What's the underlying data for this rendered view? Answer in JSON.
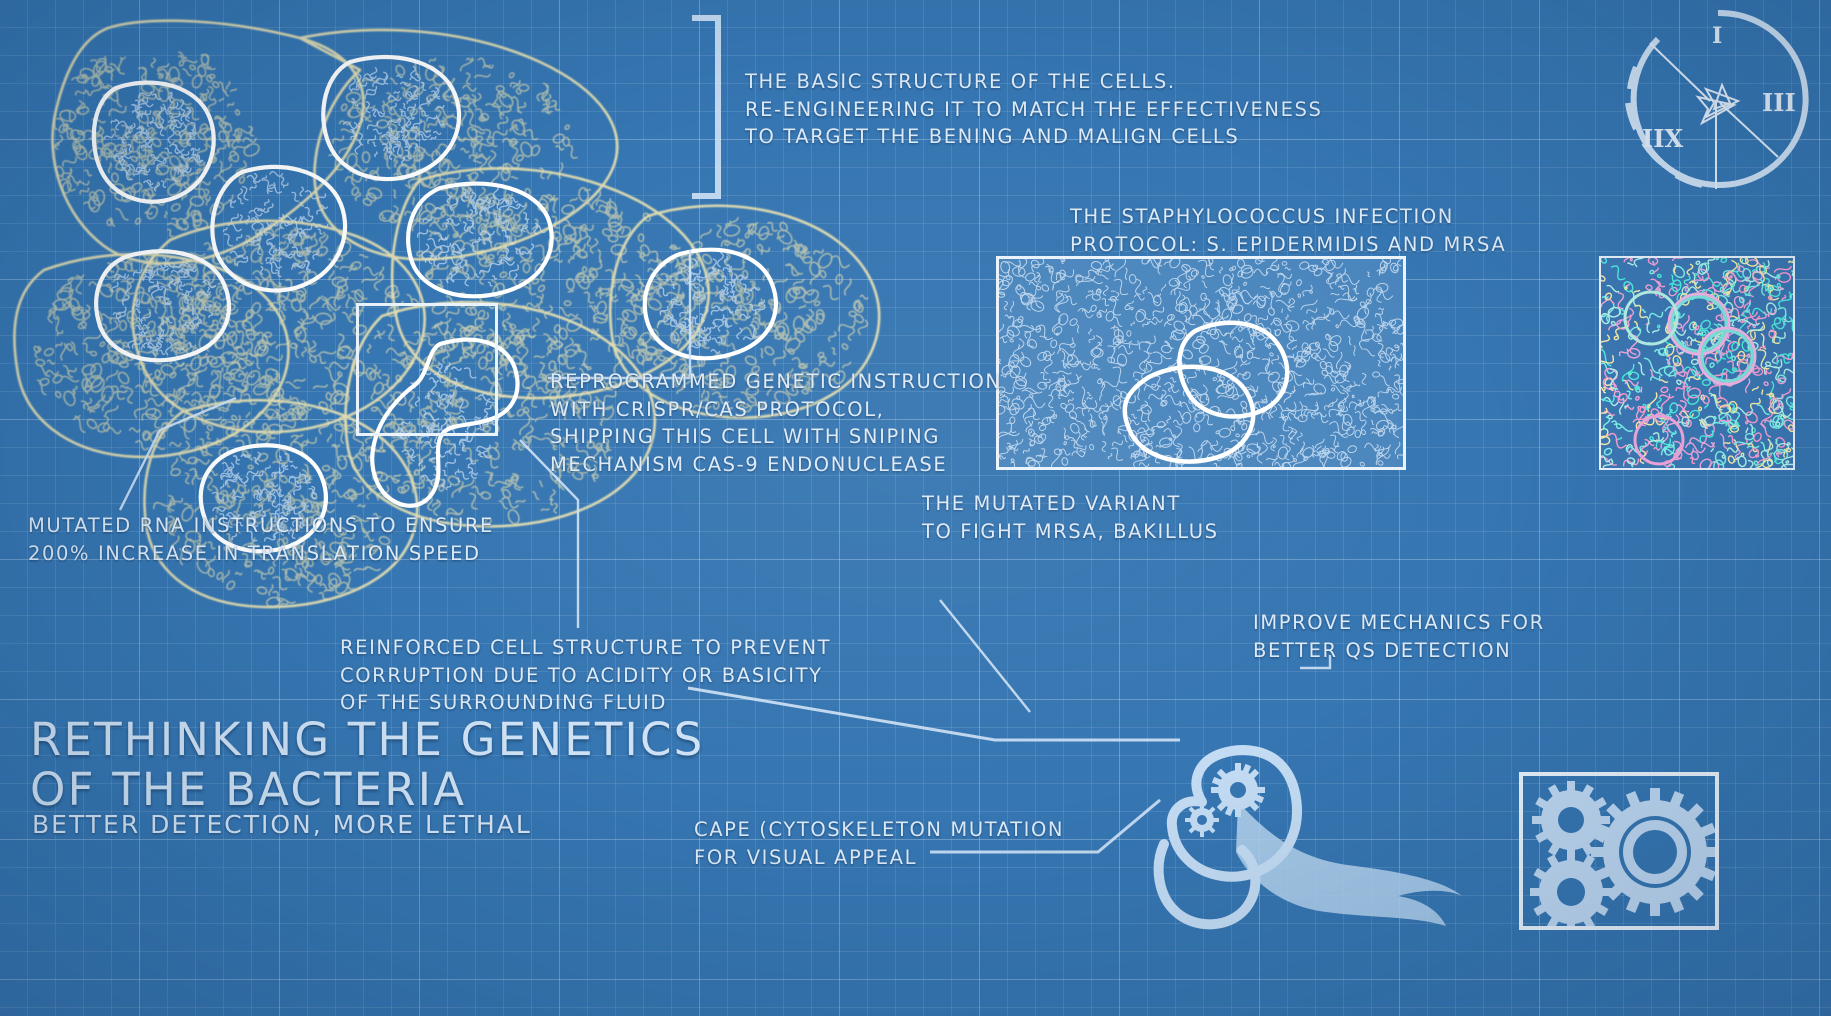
{
  "document": {
    "type": "blueprint-infographic",
    "background_color": "#3676b2",
    "ink_color": "#dceaf8",
    "membrane_color": "#e6dfae"
  },
  "title": {
    "main": "RETHINKING THE GENETICS\nOF THE BACTERIA",
    "subtitle": "BETTER DETECTION, MORE LETHAL"
  },
  "annotations": {
    "basic_structure": "THE BASIC STRUCTURE OF THE CELLS.\nRE-ENGINEERING IT TO MATCH THE EFFECTIVENESS\nTO TARGET THE BENING AND MALIGN CELLS",
    "staph_protocol": "THE STAPHYLOCOCCUS INFECTION\nPROTOCOL: S. EPIDERMIDIS AND MRSA",
    "crispr": "REPROGRAMMED GENETIC INSTRUCTION\nWITH CRISPR/CAS PROTOCOL,\nSHIPPING THIS CELL WITH SNIPING\nMECHANISM CAS-9 ENDONUCLEASE",
    "rna": "MUTATED RNA INSTRUCTIONS TO ENSURE\n200% INCREASE IN TRANSLATION SPEED",
    "reinforced": "REINFORCED CELL STRUCTURE TO PREVENT\nCORRUPTION DUE TO ACIDITY OR BASICITY\nOF THE SURROUNDING FLUID",
    "mutated_variant": "THE MUTATED VARIANT\nTO FIGHT MRSA, BAKILLUS",
    "qs_detection": "IMPROVE MECHANICS FOR\nBETTER QS DETECTION",
    "cape": "CAPE (CYTOSKELETON MUTATION\nFOR VISUAL APPEAL"
  },
  "compass": {
    "marks": [
      "I",
      "III",
      "IIX"
    ]
  },
  "panels": {
    "micrograph_wide_label": "staphylococcus-micrograph",
    "micrograph_tall_label": "mrsa-micrograph",
    "gearbox_label": "quorum-sensing-gearbox"
  }
}
